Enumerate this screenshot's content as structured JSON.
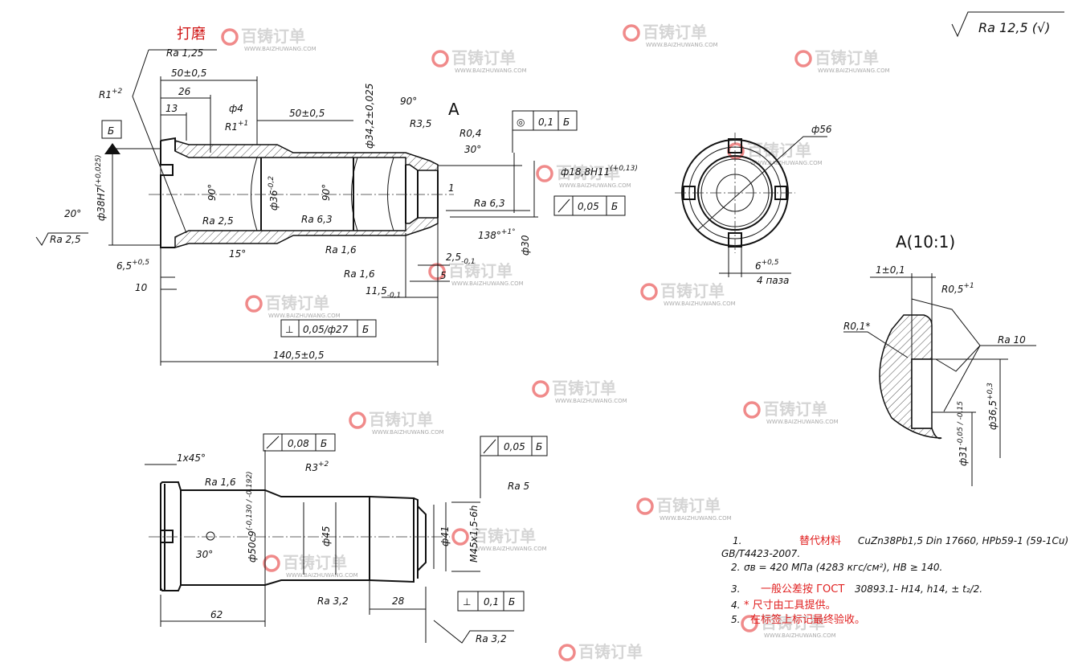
{
  "colors": {
    "annotation_red": "#e02020",
    "watermark_logo": "#f08a8a",
    "ink": "#111111"
  },
  "watermark": {
    "brand": "百铸订单",
    "url": "WWW.BAIZHUWANG.COM"
  },
  "general_roughness": "Ra 12,5 (√)",
  "main_view": {
    "grind_note": "打磨",
    "ra_125": "Ra 1,25",
    "len_50a": "50±0,5",
    "len_26": "26",
    "len_13": "13",
    "dia_4": "ф4",
    "r1_1": "R1",
    "r1_1_tol": "+1",
    "len_50b": "50±0,5",
    "dia_342": "ф34,2±0,025",
    "ang_90a": "90°",
    "view_a": "A",
    "r35": "R3,5",
    "r04": "R0,4",
    "ang_30": "30°",
    "r1_2": "R1",
    "r1_2_tol": "+2",
    "datum": "Б",
    "dia_38": "ф38H7",
    "dia_38_tol": "(+0,025)",
    "ang_20": "20°",
    "ra_25_left": "Ra 2,5",
    "len_65": "6,5",
    "len_65_tol": "+0,5",
    "len_10": "10",
    "ang_15": "15°",
    "ra_25": "Ra 2,5",
    "ra_63": "Ra 6,3",
    "dia_36": "ф36",
    "dia_36_tol": "-0,2",
    "ang_90b": "90°",
    "ang_90c": "90°",
    "ra_16a": "Ra 1,6",
    "ra_16b": "Ra 1,6",
    "len_115": "11,5",
    "len_115_tol": "-0,1",
    "len_25": "2,5",
    "len_25_tol": "-0,1",
    "len_5": "5",
    "len_1": "1",
    "ra_63b": "Ra 6,3",
    "ang_138": "138°",
    "ang_138_tol": "+1°",
    "dia_30": "ф30",
    "dia_188": "ф18,8H11",
    "dia_188_tol": "(+0,13)",
    "frame_concentric": {
      "symbol": "◎",
      "value": "0,1",
      "datum": "Б"
    },
    "frame_runout": {
      "value": "0,05",
      "datum": "Б"
    },
    "frame_perp": {
      "symbol": "⊥",
      "value": "0,05/ф27",
      "datum": "Б"
    },
    "len_total": "140,5±0,5"
  },
  "end_view": {
    "dia_56": "ф56",
    "slot_w": "6",
    "slot_w_tol": "+0,5",
    "slot_count": "4 паза"
  },
  "detail_a": {
    "title": "A(10:1)",
    "w": "1±0,1",
    "r05": "R0,5",
    "r05_tol": "+1",
    "r01": "R0,1*",
    "ra10": "Ra 10",
    "dia_365": "ф36,5",
    "dia_365_tol": "+0,3",
    "dia_31": "ф31",
    "dia_31_tol": "-0,05 / -0,15"
  },
  "lower_view": {
    "chamfer": "1x45°",
    "frame_runout1": {
      "value": "0,08",
      "datum": "Б"
    },
    "r3": "R3",
    "r3_tol": "+2",
    "ra_16": "Ra 1,6",
    "dia_50": "ф50c9",
    "dia_50_tol": "(-0,130 / -0,192)",
    "dia_45": "ф45",
    "dia_41": "ф41",
    "thread": "M45x1,5-6h",
    "frame_runout2": {
      "value": "0,05",
      "datum": "Б"
    },
    "ra_5": "Ra 5",
    "ang_30": "30°",
    "ra_32a": "Ra 3,2",
    "len_28": "28",
    "frame_perp": {
      "symbol": "⊥",
      "value": "0,1",
      "datum": "Б"
    },
    "len_62": "62",
    "ra_32b": "Ra 3,2"
  },
  "notes": [
    {
      "num": "1.",
      "red": "替代材料",
      "text": "CuZn38Pb1,5  Din  17660,  HPb59-1  (59-1Cu)"
    },
    {
      "num": "",
      "red": "",
      "text": "GB/T4423-2007."
    },
    {
      "num": "2.",
      "red": "",
      "text": "σв = 420 МПа (4283 кгс/см²), HB ≥ 140."
    },
    {
      "num": "3.",
      "red": "一般公差按 ГОСТ",
      "text": "30893.1- H14, h14, ± t₂/2."
    },
    {
      "num": "4.",
      "red": "* 尺寸由工具提供。",
      "text": ""
    },
    {
      "num": "5.",
      "red": "在标签上标记最终验收。",
      "text": ""
    }
  ]
}
